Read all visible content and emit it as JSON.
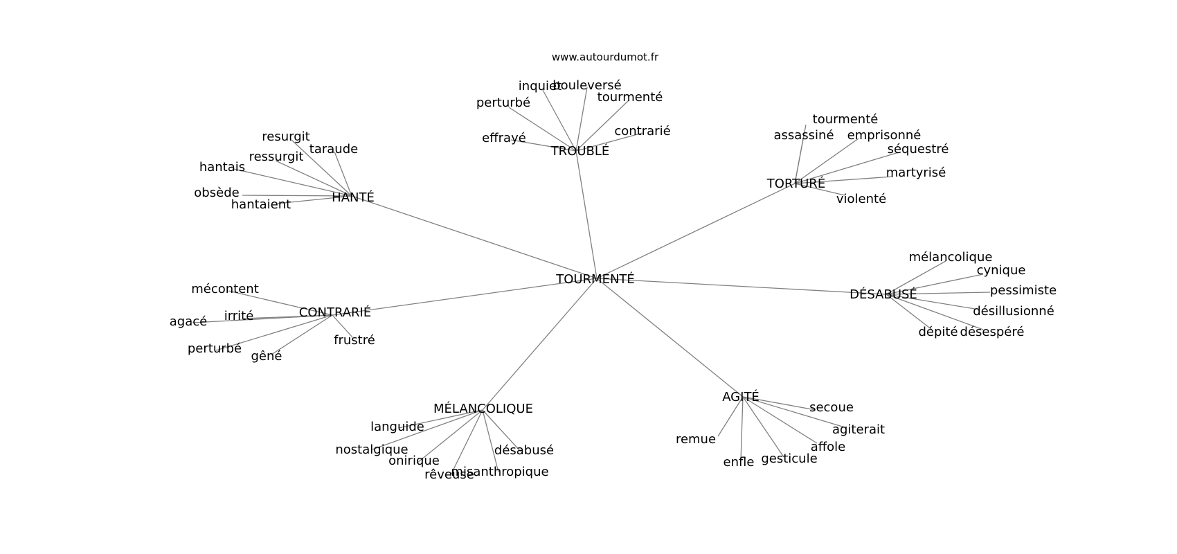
{
  "source": "www.autourdumot.fr",
  "line_color": "#808080",
  "text_color": "#000000",
  "graph": {
    "center": "TOURMENTÉ",
    "clusters": [
      {
        "hub": "TROUBLÉ",
        "leaves": [
          "inquiet",
          "bouleversé",
          "tourmenté",
          "perturbé",
          "effrayé",
          "contrarié"
        ]
      },
      {
        "hub": "TORTURÉ",
        "leaves": [
          "tourmenté",
          "assassiné",
          "emprisonné",
          "séquestré",
          "martyrisé",
          "violenté"
        ]
      },
      {
        "hub": "HANTÉ",
        "leaves": [
          "resurgit",
          "taraude",
          "ressurgit",
          "hantais",
          "obsède",
          "hantaient"
        ]
      },
      {
        "hub": "DÉSABUSÉ",
        "leaves": [
          "mélancolique",
          "cynique",
          "pessimiste",
          "désillusionné",
          "dépité",
          "désespéré"
        ]
      },
      {
        "hub": "CONTRARIÉ",
        "leaves": [
          "mécontent",
          "irrité",
          "agacé",
          "perturbé",
          "gêné",
          "frustré"
        ]
      },
      {
        "hub": "AGITÉ",
        "leaves": [
          "secoue",
          "agiterait",
          "affole",
          "remue",
          "enfle",
          "gesticule"
        ]
      },
      {
        "hub": "MÉLANCOLIQUE",
        "leaves": [
          "languide",
          "nostalgique",
          "onirique",
          "rêveuse",
          "misanthropique",
          "désabusé"
        ]
      }
    ]
  }
}
